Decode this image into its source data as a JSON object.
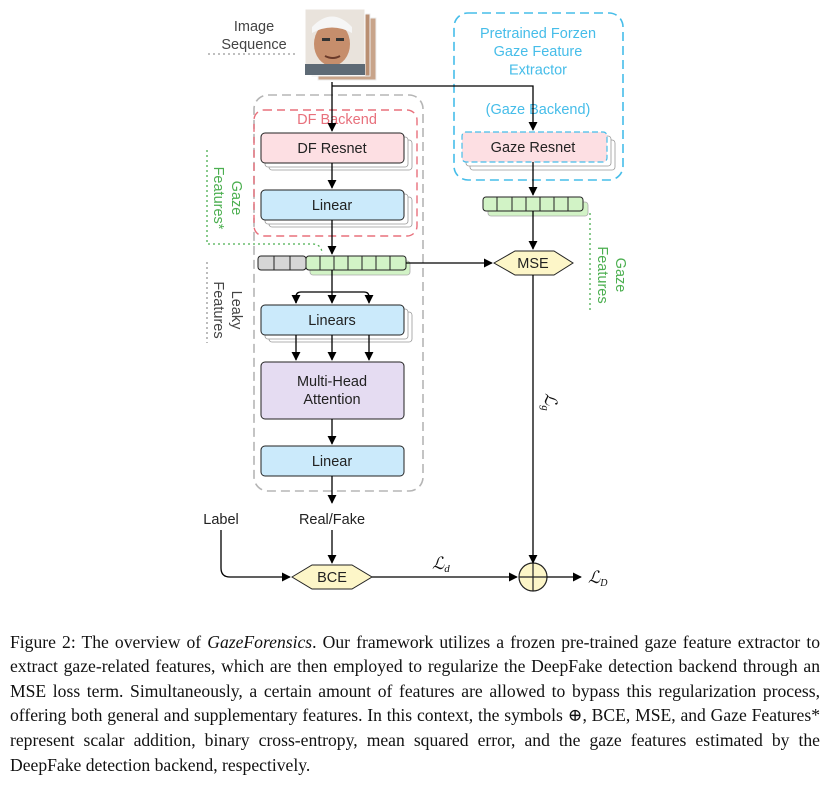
{
  "diagram": {
    "image_sequence": "Image\nSequence",
    "gaze_extractor_title": "Pretrained Forzen\nGaze Feature\nExtractor",
    "gaze_backend_label": "(Gaze Backend)",
    "gaze_resnet": "Gaze Resnet",
    "df_backend_label": "DF Backend",
    "df_resnet": "DF Resnet",
    "linear_top": "Linear",
    "gaze_features_star": "Gaze\nFeatures*",
    "leaky_features": "Leaky\nFeatures",
    "gaze_features_right": "Gaze\nFeatures",
    "mse": "MSE",
    "linears": "Linears",
    "attention": "Multi-Head\nAttention",
    "linear_bottom": "Linear",
    "label": "Label",
    "real_fake": "Real/Fake",
    "bce": "BCE",
    "loss_d": "ℒ",
    "loss_d_sub": "d",
    "loss_g": "ℒ",
    "loss_g_sub": "g",
    "loss_total": "ℒ",
    "loss_total_sub": "D",
    "colors": {
      "pink_fill": "#fddfe3",
      "pink_stroke": "#e8707c",
      "blue_fill": "#cbeafb",
      "blue_stroke": "#46bde9",
      "green_fill": "#d2f3c6",
      "green_stroke": "#4caf50",
      "purple_fill": "#e5dcf2",
      "mse_fill": "#fdf6c8",
      "grey_fill": "#d6d6d6"
    }
  },
  "caption": {
    "label": "Figure 2: The overview of ",
    "name": "GazeForensics",
    "text": ". Our framework utilizes a frozen pre-trained gaze feature extractor to extract gaze-related features, which are then employed to regularize the DeepFake detection backend through an MSE loss term. Simultaneously, a certain amount of features are allowed to bypass this regularization process, offering both general and supplementary features. In this context, the symbols ⊕, BCE, MSE, and Gaze Features* represent scalar addition, binary cross-entropy, mean squared error, and the gaze features estimated by the DeepFake detection backend, respectively."
  }
}
